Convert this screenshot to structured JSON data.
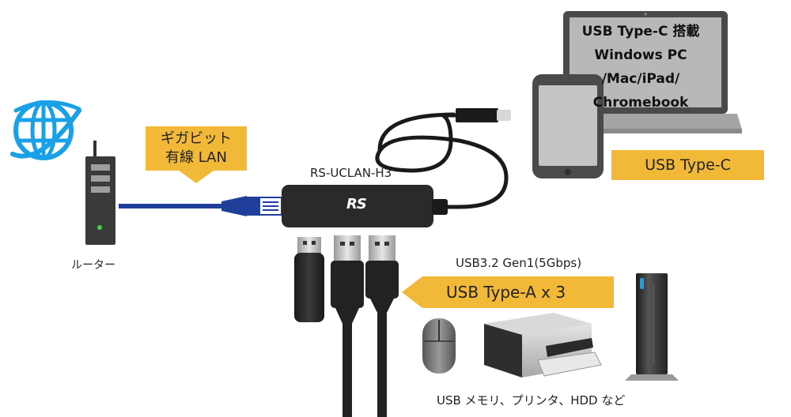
{
  "labels": {
    "gigabit_lan": [
      "ギガビット",
      "有線 LAN"
    ],
    "router": "ルーター",
    "product_model": "RS-UCLAN-H3",
    "hub_logo": "RS",
    "laptop_screen": [
      "USB Type-C 搭載",
      "Windows PC",
      "/Mac/iPad/",
      "Chromebook"
    ],
    "usb_type_c": "USB Type-C",
    "usb_spec": "USB3.2 Gen1(5Gbps)",
    "usb_type_a": "USB Type-A x 3",
    "devices": "USB メモリ、プリンタ、HDD など"
  },
  "colors": {
    "callout": "#f2b938",
    "lan_cable": "#1f3f9a",
    "globe": "#1aa0e6",
    "hub_body": "#2a2a2a"
  },
  "icons": [
    "globe-icon",
    "router-icon",
    "hub-device",
    "laptop-icon",
    "tablet-icon",
    "usb-stick-icon",
    "usb-a-plug-icon",
    "mouse-icon",
    "printer-icon",
    "hdd-icon"
  ]
}
